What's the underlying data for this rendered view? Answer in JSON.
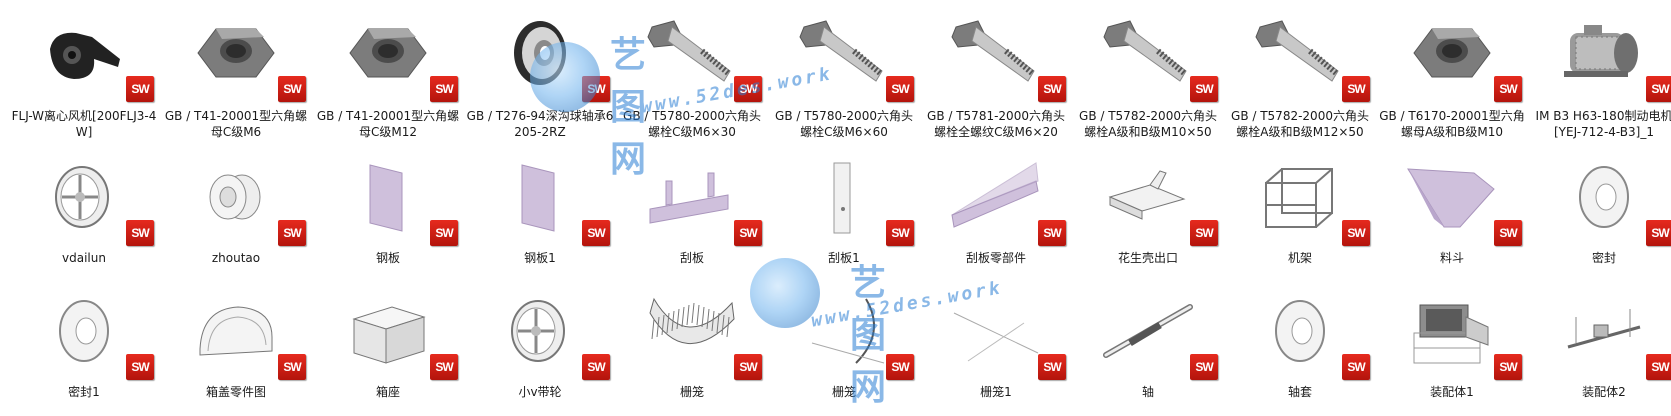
{
  "brand": {
    "sw_badge": "SW",
    "badge_color": "#d4201a"
  },
  "watermark": {
    "title": "艺图网",
    "url": "www.52des.work"
  },
  "items": [
    {
      "label": "FLJ-W离心风机[200FLJ3-4W]",
      "icon": "fan-icon"
    },
    {
      "label": "GB / T41-20001型六角螺母C级M6",
      "icon": "hex-nut-icon"
    },
    {
      "label": "GB / T41-20001型六角螺母C级M12",
      "icon": "hex-nut-icon"
    },
    {
      "label": "GB / T276-94深沟球轴承6205-2RZ",
      "icon": "bearing-icon"
    },
    {
      "label": "GB / T5780-2000六角头螺栓C级M6×30",
      "icon": "bolt-icon"
    },
    {
      "label": "GB / T5780-2000六角头螺栓C级M6×60",
      "icon": "bolt-icon"
    },
    {
      "label": "GB / T5781-2000六角头螺栓全螺纹C级M6×20",
      "icon": "bolt-icon"
    },
    {
      "label": "GB / T5782-2000六角头螺栓A级和B级M10×50",
      "icon": "bolt-icon"
    },
    {
      "label": "GB / T5782-2000六角头螺栓A级和B级M12×50",
      "icon": "bolt-icon"
    },
    {
      "label": "GB / T6170-20001型六角螺母A级和B级M10",
      "icon": "hex-nut-icon"
    },
    {
      "label": "IM B3 H63-180制动电机[YEJ-712-4-B3]_1",
      "icon": "motor-icon"
    },
    {
      "label": "vdailun",
      "icon": "pulley-icon"
    },
    {
      "label": "zhoutao",
      "icon": "sleeve-icon"
    },
    {
      "label": "钢板",
      "icon": "plate-icon"
    },
    {
      "label": "钢板1",
      "icon": "plate-icon"
    },
    {
      "label": "刮板",
      "icon": "scraper-icon"
    },
    {
      "label": "刮板1",
      "icon": "bar-icon"
    },
    {
      "label": "刮板零部件",
      "icon": "long-plate-icon"
    },
    {
      "label": "花生壳出口",
      "icon": "chute-icon"
    },
    {
      "label": "机架",
      "icon": "frame-icon"
    },
    {
      "label": "料斗",
      "icon": "hopper-icon"
    },
    {
      "label": "密封",
      "icon": "disc-icon"
    },
    {
      "label": "密封1",
      "icon": "disc-icon"
    },
    {
      "label": "箱盖零件图",
      "icon": "cover-icon"
    },
    {
      "label": "箱座",
      "icon": "box-icon"
    },
    {
      "label": "小v带轮",
      "icon": "pulley-icon"
    },
    {
      "label": "栅笼",
      "icon": "cage-icon"
    },
    {
      "label": "栅笼",
      "icon": "arc-icon"
    },
    {
      "label": "栅笼1",
      "icon": "lines-icon"
    },
    {
      "label": "轴",
      "icon": "shaft-icon"
    },
    {
      "label": "轴套",
      "icon": "disc-icon"
    },
    {
      "label": "装配体1",
      "icon": "assembly-icon"
    },
    {
      "label": "装配体2",
      "icon": "assembly-small-icon"
    }
  ]
}
